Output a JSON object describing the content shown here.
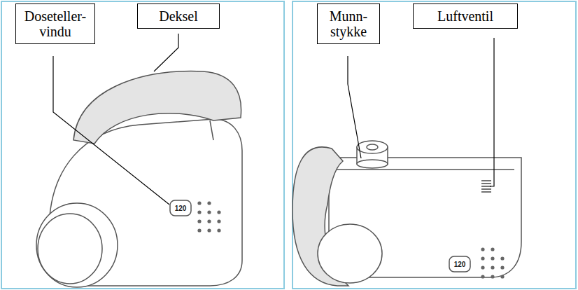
{
  "diagram": {
    "nodes": [
      {
        "text": [
          "Doseteller- vindu"
        ]
      },
      {
        "text": [
          "Deksel"
        ]
      },
      {
        "text": [
          "Munn- stykke"
        ]
      },
      {
        "text": [
          "Luftventil"
        ]
      }
    ],
    "labels": [
      "120",
      "120"
    ]
  }
}
